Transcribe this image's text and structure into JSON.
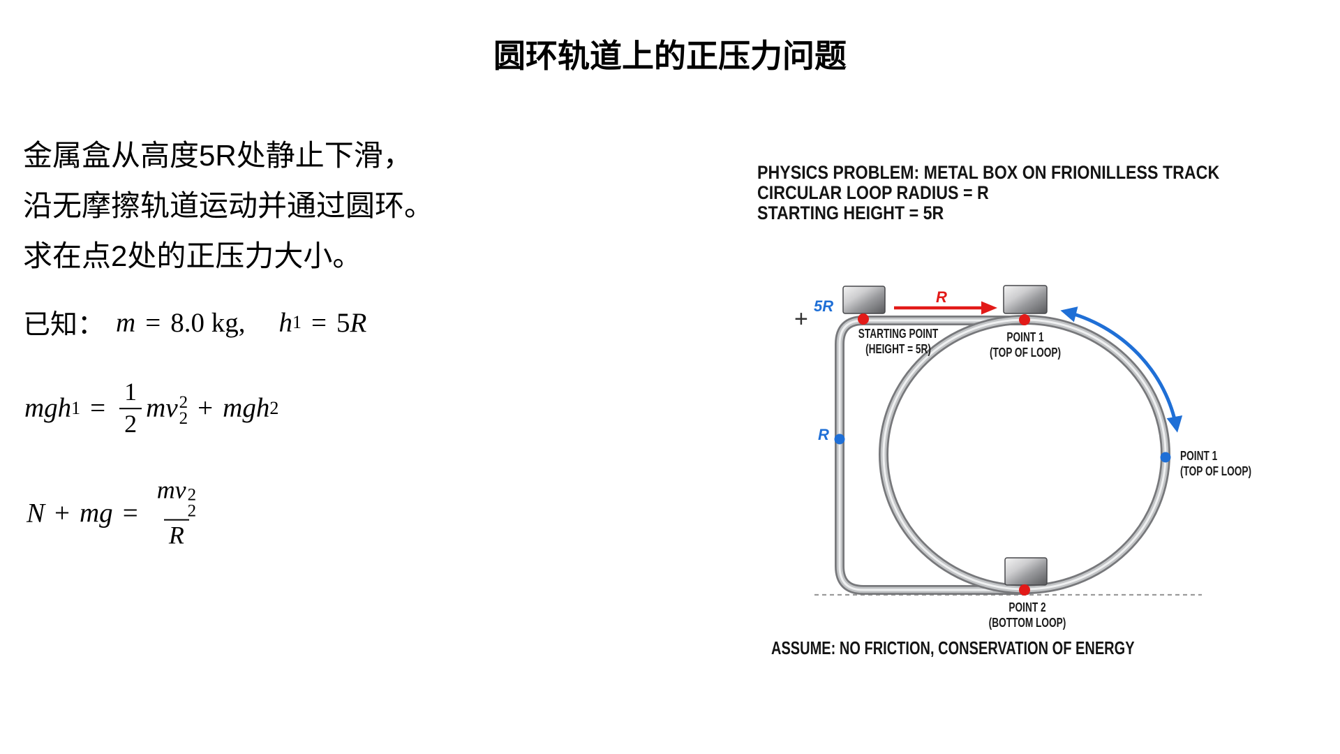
{
  "title": "圆环轨道上的正压力问题",
  "problem": {
    "line1": "金属盒从高度5R处静止下滑，",
    "line2": "沿无摩擦轨道运动并通过圆环。",
    "line3": "求在点2处的正压力大小。"
  },
  "given": {
    "label": "已知：",
    "var_m": "m",
    "eq_m": "=",
    "val_m": "8.0 kg,",
    "var_h": "h",
    "sub_h": "1",
    "eq_h": "=",
    "val_h_coeff": "5",
    "val_h_var": "R"
  },
  "eq_energy": {
    "lhs_var": "mgh",
    "lhs_sub": "1",
    "equals": "=",
    "frac_num": "1",
    "frac_den": "2",
    "t1_var": "mv",
    "t1_sup": "2",
    "t1_sub": "2",
    "plus": "+",
    "t2_var": "mgh",
    "t2_sub": "2"
  },
  "eq_newton": {
    "lhs_n": "N",
    "plus": "+",
    "lhs_mg": "mg",
    "equals": "=",
    "num_var": "mv",
    "num_sup": "2",
    "num_sub": "2",
    "den": "R"
  },
  "diagram": {
    "header_line1": "PHYSICS PROBLEM: METAL BOX ON FRIONILLESS TRACK",
    "header_line2": "CIRCULAR LOOP RADIUS = R",
    "header_line3": "STARTING HEIGHT = 5R",
    "plus_sign": "+",
    "label_5r": "5R",
    "label_r_arrow": "R",
    "label_r_left": "R",
    "starting_point_line1": "STARTING POINT",
    "starting_point_line2": "(HEIGHT = 5R)",
    "point1_top_line1": "POINT 1",
    "point1_top_line2": "(TOP OF LOOP)",
    "point1_right_line1": "POINT 1",
    "point1_right_line2": "(TOP OF LOOP)",
    "point2_line1": "POINT 2",
    "point2_line2": "(BOTTOM LOOP)",
    "assumption": "ASSUME: NO FRICTION, CONSERVATION OF ENERGY",
    "colors": {
      "red": "#e21a18",
      "blue": "#1f6fd6",
      "track_edge": "#77787b",
      "track_mid": "#c2c4c6",
      "track_core": "#eff0f1",
      "ground": "#9b9b9b"
    }
  }
}
